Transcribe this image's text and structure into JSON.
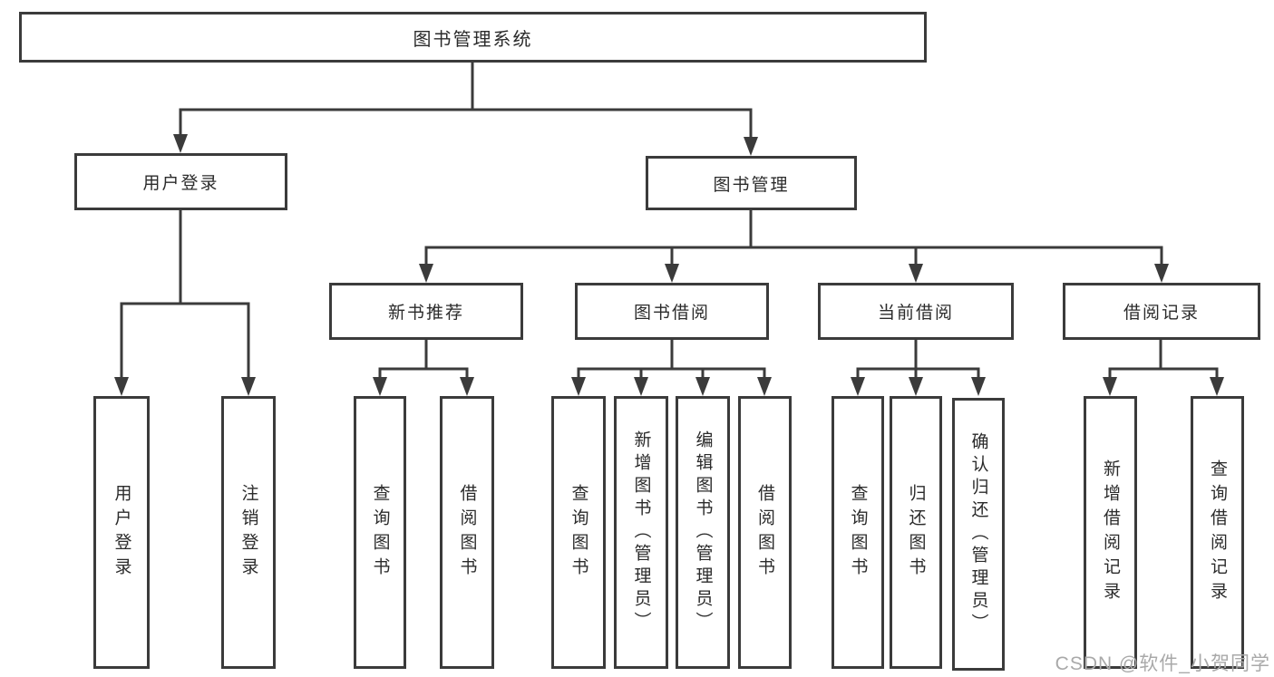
{
  "tree": {
    "label": "图书管理系统",
    "children": [
      {
        "label": "用户登录",
        "children": [
          {
            "label": "用户登录"
          },
          {
            "label": "注销登录"
          }
        ]
      },
      {
        "label": "图书管理",
        "children": [
          {
            "label": "新书推荐",
            "children": [
              {
                "label": "查询图书"
              },
              {
                "label": "借阅图书"
              }
            ]
          },
          {
            "label": "图书借阅",
            "children": [
              {
                "label": "查询图书"
              },
              {
                "label": "新增图书（管理员）"
              },
              {
                "label": "编辑图书（管理员）"
              },
              {
                "label": "借阅图书"
              }
            ]
          },
          {
            "label": "当前借阅",
            "children": [
              {
                "label": "查询图书"
              },
              {
                "label": "归还图书"
              },
              {
                "label": "确认归还（管理员）"
              }
            ]
          },
          {
            "label": "借阅记录",
            "children": [
              {
                "label": "新增借阅记录"
              },
              {
                "label": "查询借阅记录"
              }
            ]
          }
        ]
      }
    ]
  },
  "watermark": {
    "text": "CSDN @软件_小贺同学"
  },
  "colors": {
    "line": "#3b3b3b",
    "box_border": "#3b3b3b",
    "text": "#2b2b2b",
    "watermark": "#a9a9a9",
    "background": "#ffffff"
  }
}
